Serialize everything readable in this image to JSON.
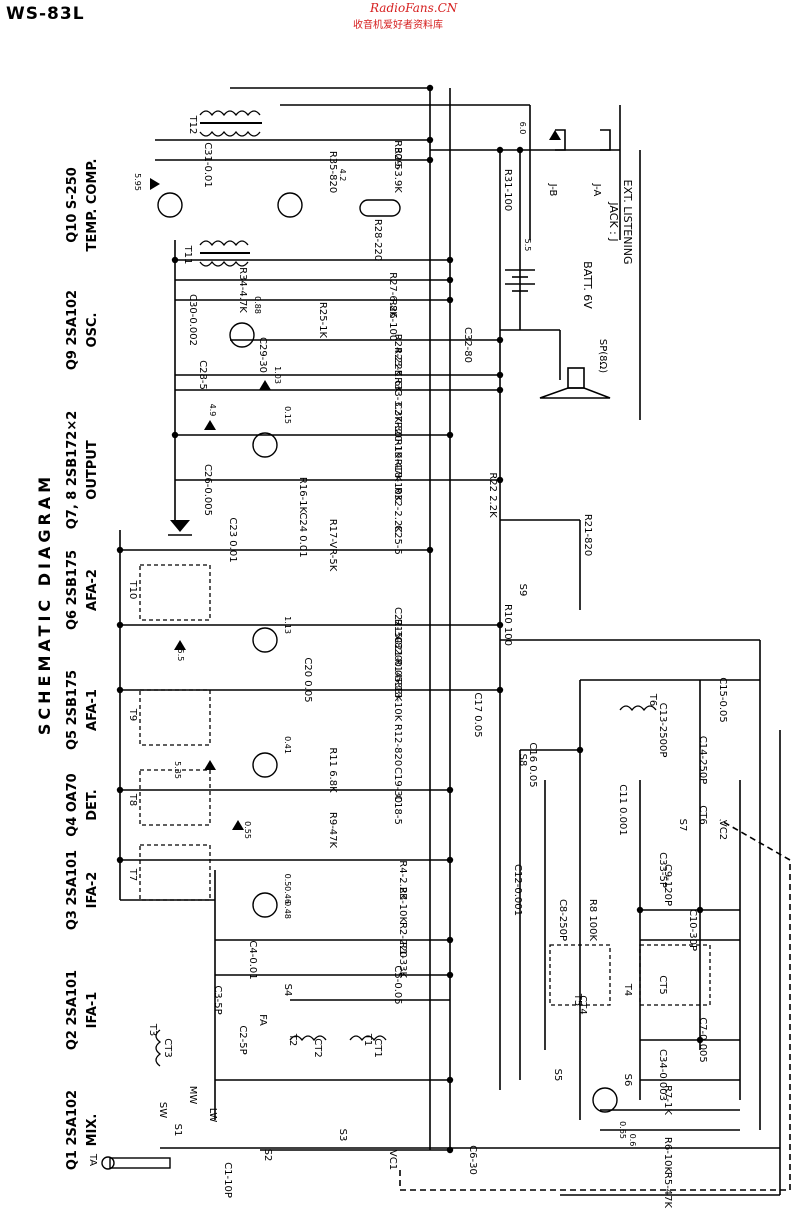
{
  "header": {
    "model": "WS-83L",
    "watermark_url": "RadioFans.CN",
    "watermark_cn": "收音机爱好者资料库"
  },
  "title": "SCHEMATIC  DIAGRAM",
  "stages": [
    {
      "transistor": "Q1 2SA102",
      "function": "MIX."
    },
    {
      "transistor": "Q2 2SA101",
      "function": "IFA-1"
    },
    {
      "transistor": "Q3 2SA101",
      "function": "IFA-2"
    },
    {
      "transistor": "Q4 OA70",
      "function": "DET."
    },
    {
      "transistor": "Q5 2SB175",
      "function": "AFA-1"
    },
    {
      "transistor": "Q6 2SB175",
      "function": "AFA-2"
    },
    {
      "transistor": "Q7, 8 2SB172×2",
      "function": "OUTPUT"
    },
    {
      "transistor": "Q9 2SA102",
      "function": "OSC."
    },
    {
      "transistor": "Q10 S-250",
      "function": "TEMP. COMP."
    }
  ],
  "components": {
    "resistors": [
      "R1-33K",
      "R2-220",
      "R3-10K",
      "R4-2.2K",
      "R5-47K",
      "R6-10K",
      "R7-1K",
      "R8 100K",
      "R9-47K",
      "R10 100",
      "R11 6.8K",
      "R12-820",
      "R13-10K",
      "R14-33K",
      "R15-820",
      "R16-1K",
      "R17-VR-5K",
      "R18-10K",
      "R19-47K",
      "R20-1K",
      "R21-820",
      "R22 2.2K",
      "R23-5.6K",
      "R24-22K",
      "R25-1K",
      "R26-100",
      "R27-6.8K",
      "R28-220",
      "R29-3.9K",
      "R30-5",
      "R31-100",
      "R32-2.2K",
      "R33-3.3K",
      "R34-4.7K",
      "R35-820"
    ],
    "capacitors": [
      "C1-10P",
      "C2-5P",
      "C3-5P",
      "C4-0.01",
      "C5-0.05",
      "C6-30",
      "C7-0.005",
      "C8-250P",
      "C9-120P",
      "C10-30P",
      "C11 0.001",
      "C12-0.001",
      "C13-2500P",
      "C14-250P",
      "C15-0.05",
      "C16 0.05",
      "C17 0.05",
      "C18-5",
      "C19-30",
      "C20 0.05",
      "C21-0.05",
      "C22-30",
      "C23 0.01",
      "C24 0.01",
      "C25-5",
      "C26-0.005",
      "C27-30",
      "C28-5",
      "C29-30",
      "C30-0.002",
      "C31-0.01",
      "C32-80",
      "C33-5P",
      "C34-0.003"
    ],
    "transformers": [
      "T1",
      "T2",
      "T3",
      "T4",
      "T5",
      "T6",
      "T7",
      "T8",
      "T9",
      "T10",
      "T11",
      "T12"
    ],
    "misc": [
      "TA",
      "FA",
      "CT1",
      "CT2",
      "CT3",
      "CT4",
      "CT5",
      "CT6",
      "VC1",
      "VC2",
      "S1",
      "S2",
      "S3",
      "S4",
      "S5",
      "S6",
      "S7",
      "S8",
      "S9"
    ]
  },
  "voltages": [
    "5.95",
    "4.2",
    "6.0",
    "5.5",
    "0.88",
    "1.03",
    "4.9",
    "0.15",
    "1.13",
    "5.5",
    "0.41",
    "5.35",
    "0.55",
    "0.5",
    "0.46",
    "0.48",
    "0.65",
    "0.6"
  ],
  "battery": "BATT. 6V",
  "speaker": "SP(8Ω)",
  "jack": {
    "label_1": "EXT. LISTENING",
    "label_2": "JACK : J",
    "contact_a": "J-A",
    "contact_b": "J-B"
  },
  "band_labels": [
    "SW",
    "MW",
    "LW"
  ]
}
